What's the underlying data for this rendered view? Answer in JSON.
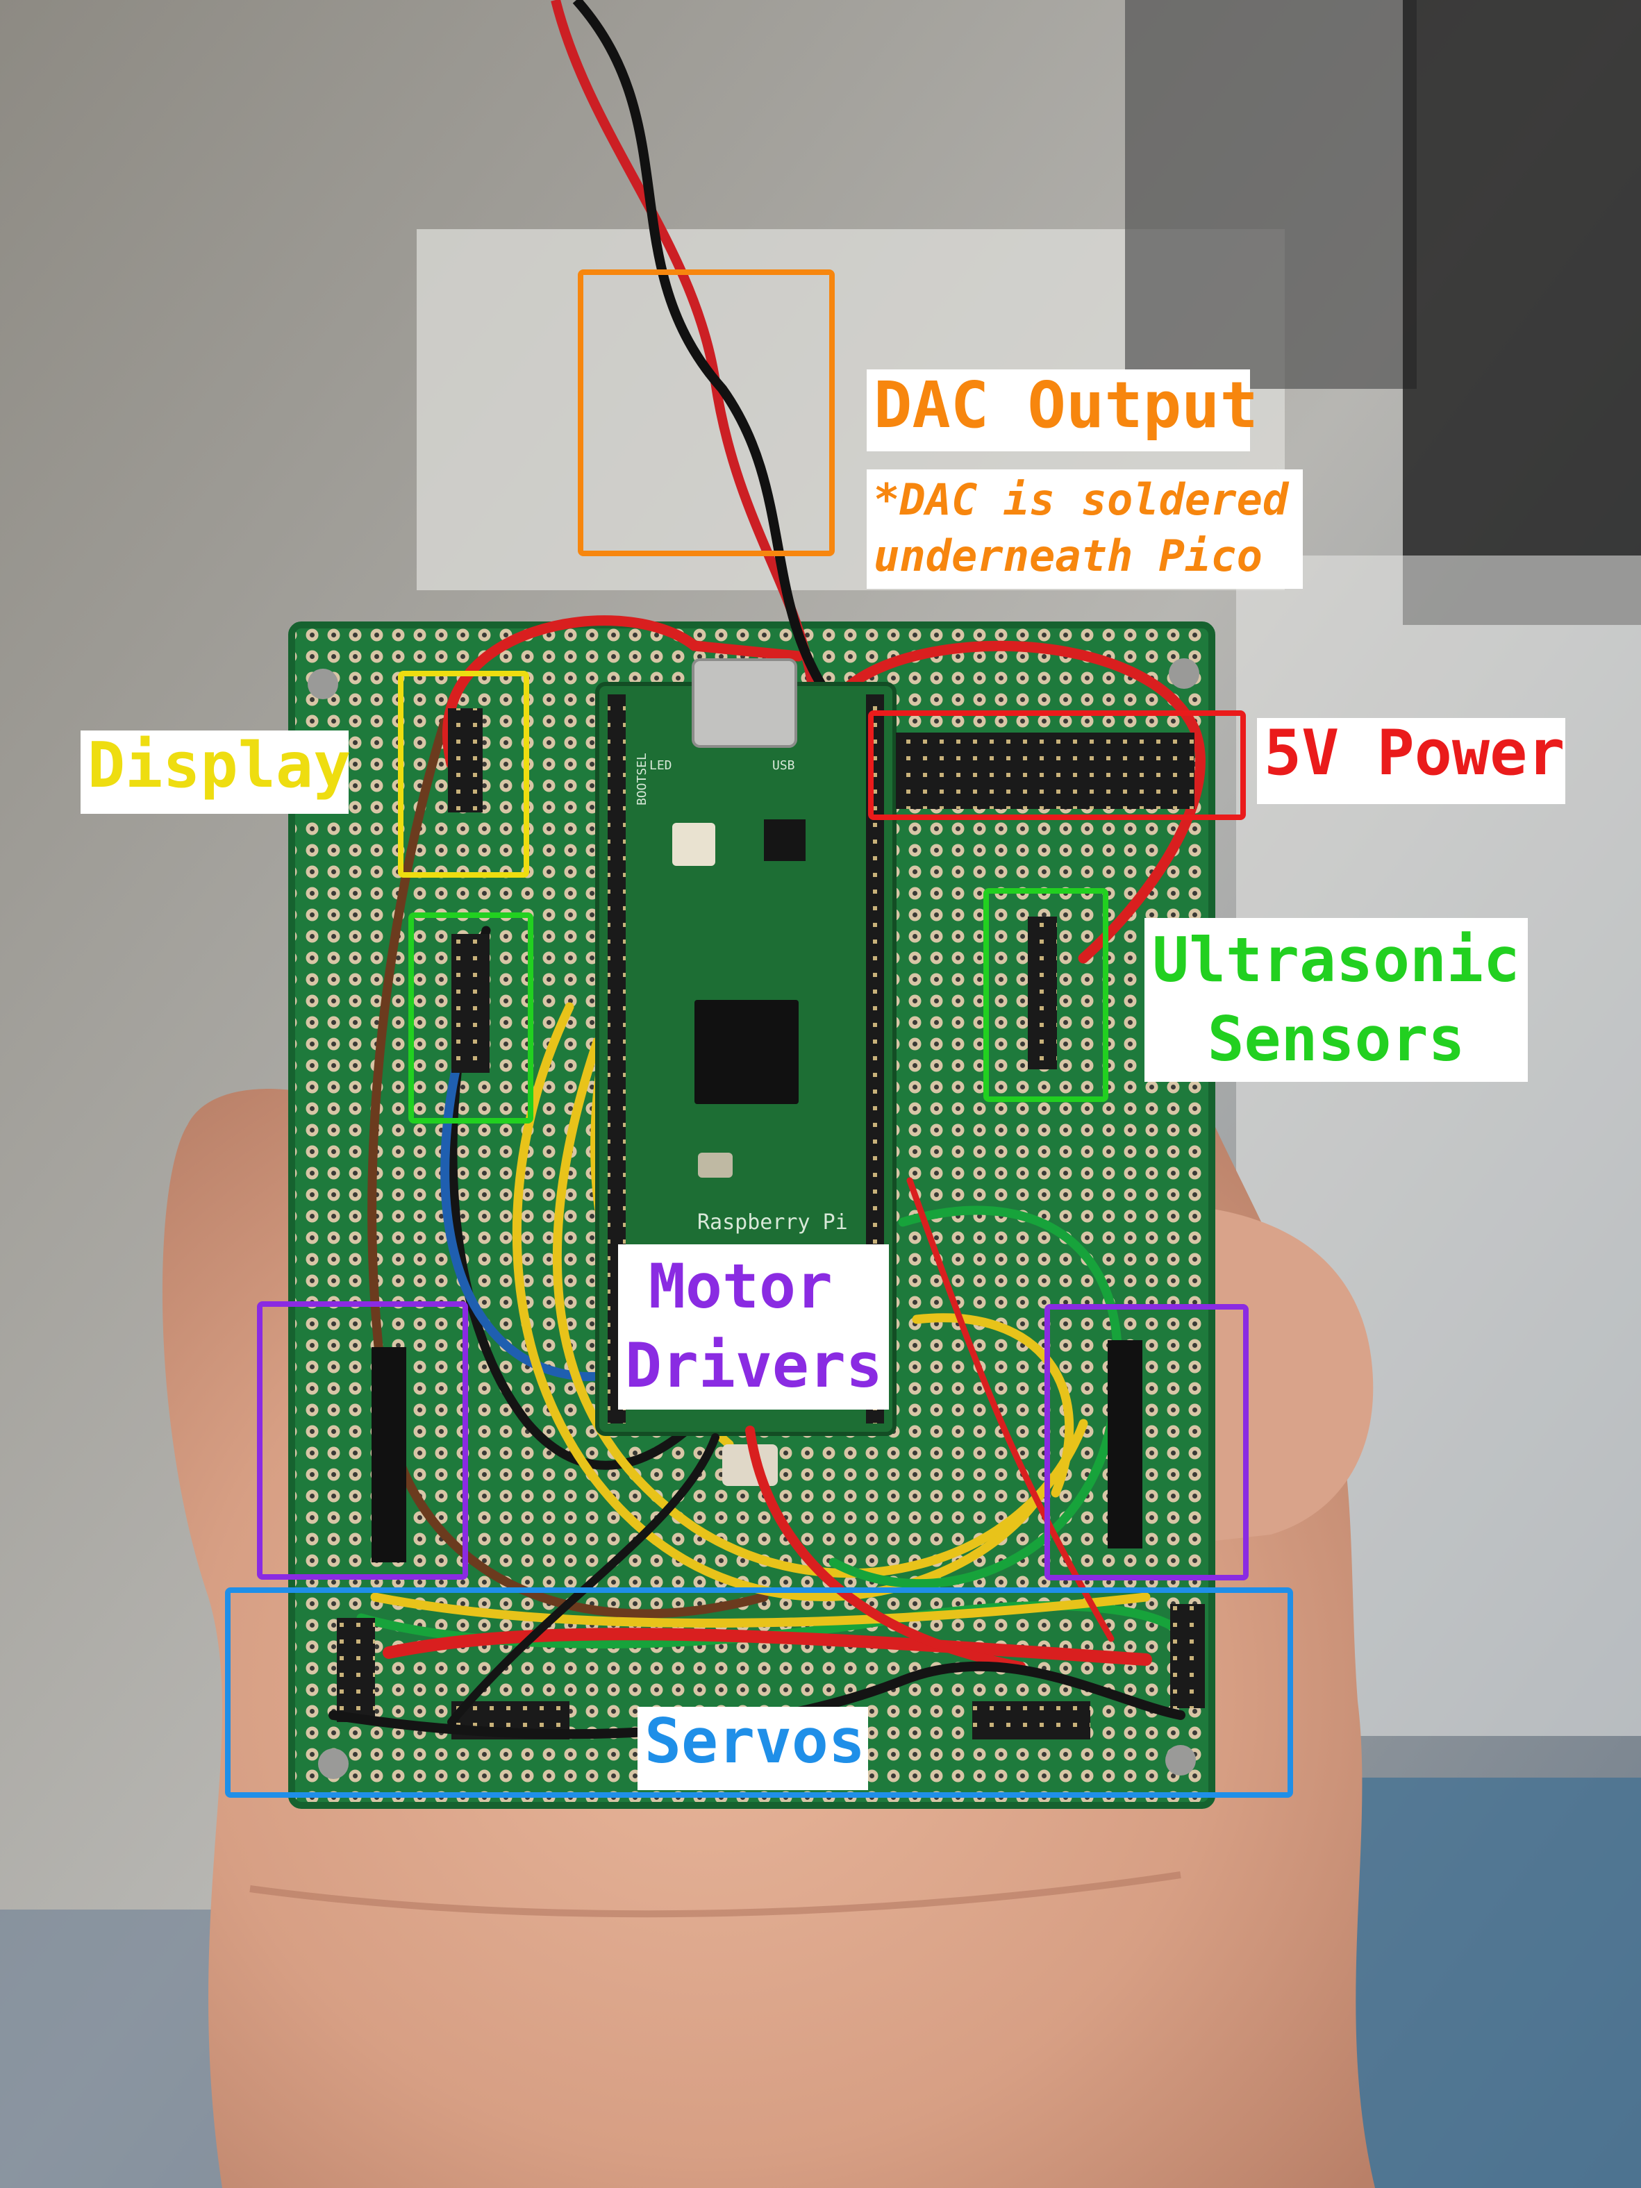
{
  "annotations": [
    {
      "id": "dac-output",
      "title": "DAC Output",
      "note_lines": [
        "*DAC is soldered",
        "underneath Pico"
      ],
      "color": "#f7860e"
    },
    {
      "id": "display",
      "title": "Display",
      "color": "#eedd10"
    },
    {
      "id": "power-5v",
      "title": "5V Power",
      "color": "#ea1b1b"
    },
    {
      "id": "ultrasonic-sensors",
      "title_lines": [
        "Ultrasonic",
        "Sensors"
      ],
      "color": "#22d020"
    },
    {
      "id": "motor-drivers",
      "title_lines": [
        "Motor",
        "Drivers"
      ],
      "color": "#8a2be2"
    },
    {
      "id": "servos",
      "title": "Servos",
      "color": "#1f8fe8"
    }
  ],
  "board": {
    "silkscreen": [
      "Raspberry Pi",
      "BOOTSEL",
      "LED",
      "USB"
    ]
  }
}
